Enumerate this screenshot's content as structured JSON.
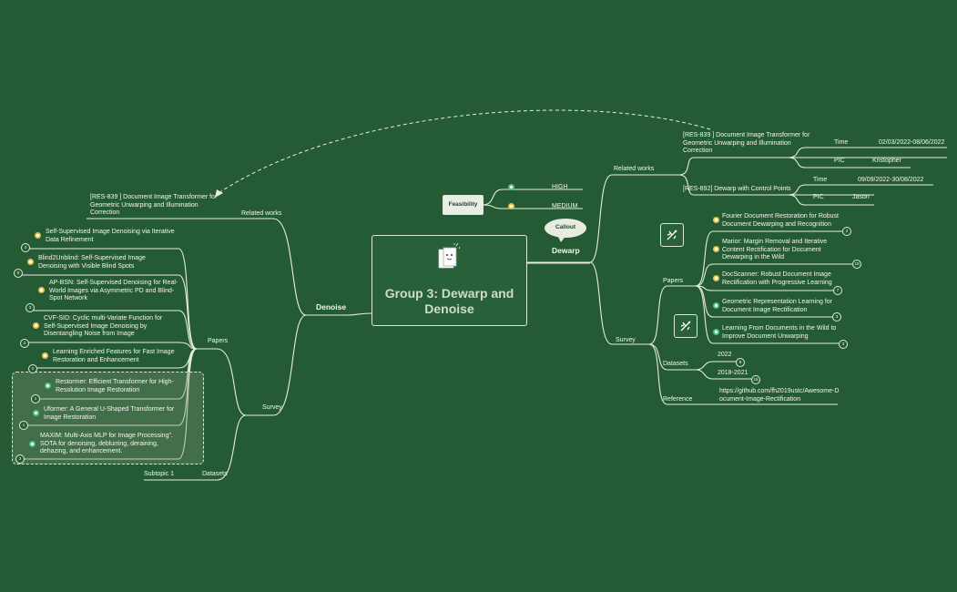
{
  "central": {
    "title": "Group 3: Dewarp and Denoise"
  },
  "feasibility": {
    "label": "Feasibility",
    "options": [
      {
        "label": "HIGH",
        "color": "#4fc38a"
      },
      {
        "label": "MEDIUM",
        "color": "#e8c64a"
      }
    ]
  },
  "callout": {
    "label": "Callout"
  },
  "dewarp": {
    "label": "Dewarp",
    "related_label": "Related works",
    "related": [
      {
        "title": "[RES-839 ] Document Image Transformer for Geometric Unwarping and Illumination Correction",
        "time_label": "Time",
        "time": "02/03/2022-08/06/2022",
        "pic_label": "PIC",
        "pic": "Kristopher"
      },
      {
        "title": "[RES-892] Dewarp with Control Points",
        "time_label": "Time",
        "time": "09/09/2022-30/08/2022",
        "pic_label": "PIC",
        "pic": "Jason"
      }
    ],
    "survey_label": "Survey",
    "papers_label": "Papers",
    "papers": [
      {
        "title": "Fourier Document Restoration for Robust Document Dewarping and Recognition",
        "count": "2",
        "color": "#e8c64a"
      },
      {
        "title": "Marior: Margin Removal and Iterative Content Rectification for Document Dewarping in the Wild",
        "count": "19",
        "color": "#e8c64a"
      },
      {
        "title": "DocScanner: Robust Document Image Rectification with Progressive Learning",
        "count": "7",
        "color": "#e8c64a"
      },
      {
        "title": "Geometric Representation Learning for Document Image Rectification",
        "count": "3",
        "color": "#4fc38a"
      },
      {
        "title": "Learning From Documents in the Wild to Improve Document Unwarping",
        "count": "3",
        "color": "#4fc38a"
      }
    ],
    "datasets_label": "Datasets",
    "datasets": [
      {
        "label": "2022",
        "count": "9"
      },
      {
        "label": "2018-2021",
        "count": "15"
      }
    ],
    "reference_label": "Reference",
    "reference": "https://github.com/fh2019ustc/Awesome-Document-Image-Rectification"
  },
  "denoise": {
    "label": "Denoise",
    "related_label": "Related works",
    "related_item": "[RES-839 ] Document Image Transformer for Geometric Unwarping and Illumination Correction",
    "survey_label": "Survey",
    "papers_label": "Papers",
    "papers": [
      {
        "title": "Self-Supervised Image Denoising via Iterative Data Refinement",
        "count": "3",
        "color": "#e8c64a"
      },
      {
        "title": "Blind2Unblind: Self-Supervised Image Denoising with Visible Blind Spots",
        "count": "5",
        "color": "#e8c64a"
      },
      {
        "title": "AP-BSN: Self-Supervised Denoising for Real-World Images via Asymmetric PD and Blind-Spot Network",
        "count": "3",
        "color": "#e8c64a"
      },
      {
        "title": "CVF-SID: Cyclic multi-Variate Function for Self-Supervised Image Denoising by Disentangling Noise from Image",
        "count": "2",
        "color": "#e8c64a"
      },
      {
        "title": "Learning Enriched Features for Fast Image Restoration and Enhancement",
        "count": "2",
        "color": "#e8c64a"
      },
      {
        "title": "Restormer: Efficient Transformer for High-Resolution Image Restoration",
        "count": "1",
        "color": "#4fc38a"
      },
      {
        "title": "Uformer: A General U-Shaped Transformer for Image Restoration",
        "count": "1",
        "color": "#4fc38a"
      },
      {
        "title": "MAXIM: Multi-Axis MLP for Image Processing\". SOTA for denoising, deblurring, deraining, dehazing, and enhancement.",
        "count": "2",
        "color": "#4fc38a"
      }
    ],
    "datasets_label": "Datasets",
    "subtopic": "Subtopic 1"
  }
}
